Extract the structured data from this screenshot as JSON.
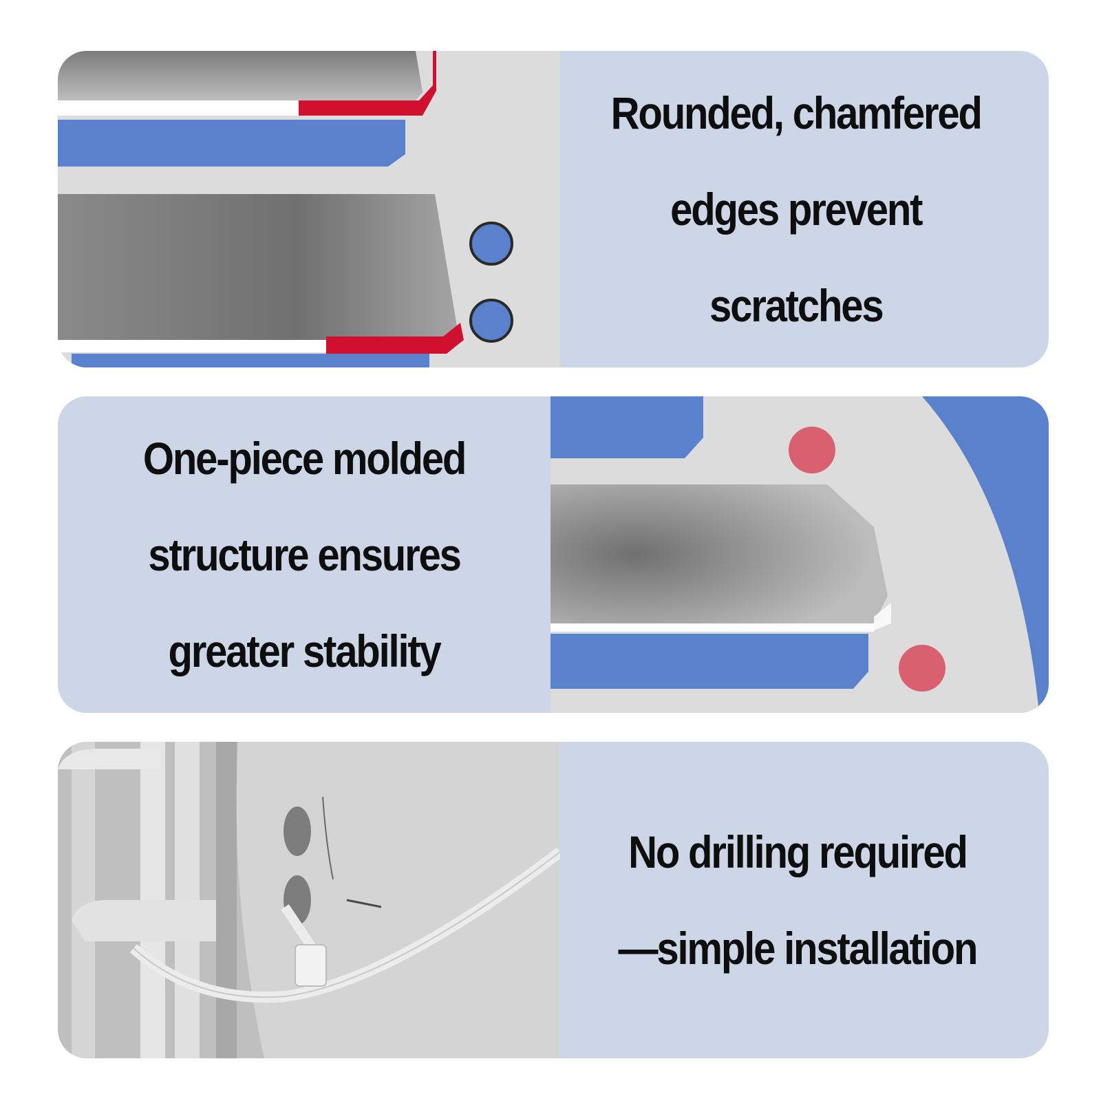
{
  "panels": [
    {
      "lines": [
        "Rounded, chamfered",
        "edges prevent",
        "scratches"
      ]
    },
    {
      "lines": [
        "One-piece molded",
        "structure ensures",
        "greater stability"
      ]
    },
    {
      "lines": [
        "No drilling required",
        "—simple installation"
      ]
    }
  ],
  "colors": {
    "panel_bg": "#cdd6e6",
    "accent_blue": "#5a82cc",
    "accent_red": "#d0102e",
    "dot_red": "#d9606e",
    "bracket_gray": "#d9d9d9",
    "text": "#0e0e0e"
  }
}
